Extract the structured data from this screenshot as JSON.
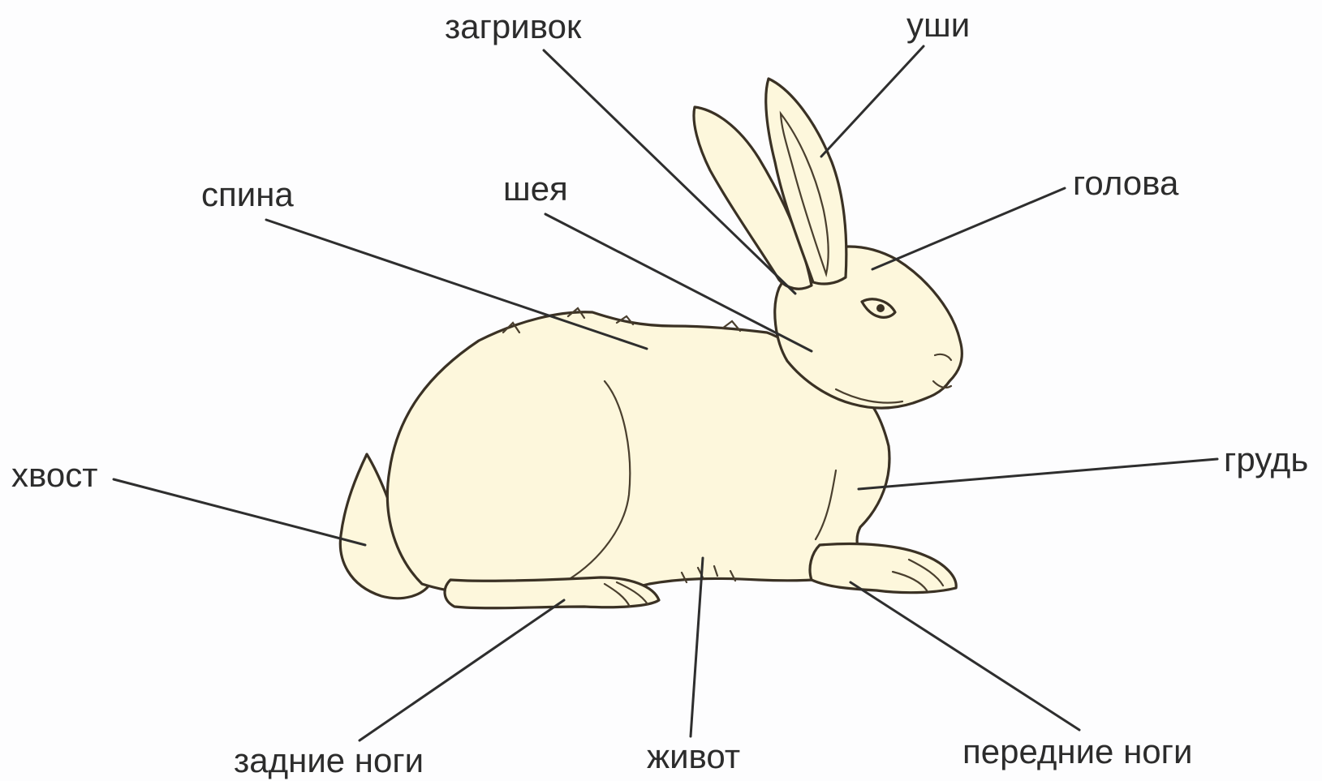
{
  "diagram": {
    "labels": {
      "zagrivok": "загривок",
      "ushi": "уши",
      "spina": "спина",
      "sheya": "шея",
      "golova": "голова",
      "khvost": "хвост",
      "grud": "грудь",
      "zadnie_nogi": "задние ноги",
      "zhivot": "живот",
      "perednie_nogi": "передние ноги"
    },
    "colors": {
      "background": "#fdfdfe",
      "body_fill": "#fdf7dc",
      "ear_inner": "#f6ecc4",
      "outline": "#3a3124",
      "leader_line": "#2e2e2e",
      "text": "#2c2c2c"
    }
  }
}
